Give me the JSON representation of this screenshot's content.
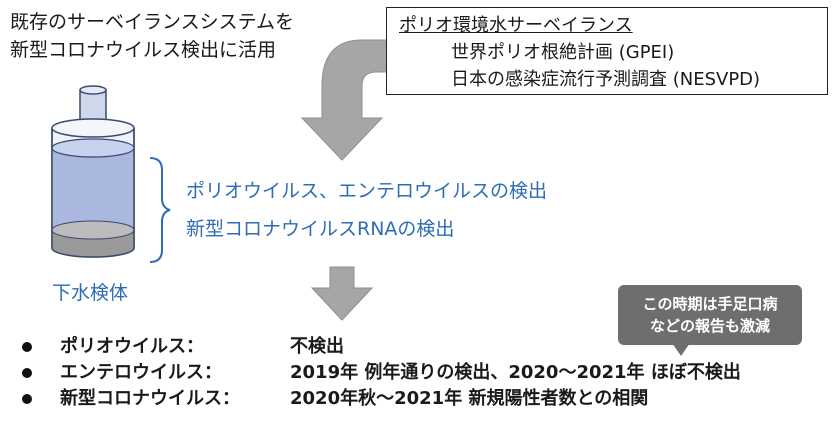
{
  "intro": [
    "既存のサーベイランスシステムを",
    "新型コロナウイルス検出に活用"
  ],
  "surveillance_box": {
    "title": "ポリオ環境水サーベイランス",
    "items": [
      "世界ポリオ根絶計画 (GPEI)",
      "日本の感染症流行予測調査 (NESVPD)"
    ]
  },
  "detection": [
    "ポリオウイルス、エンテロウイルスの検出",
    "新型コロナウイルスRNAの検出"
  ],
  "container_label": "下水検体",
  "callout": [
    "この時期は手足口病",
    "などの報告も激減"
  ],
  "results": [
    {
      "label": "ポリオウイルス：",
      "value": "不検出"
    },
    {
      "label": "エンテロウイルス：",
      "value": "2019年 例年通りの検出、2020〜2021年 ほぼ不検出"
    },
    {
      "label": "新型コロナウイルス：",
      "value": "2020年秋〜2021年 新規陽性者数との相関"
    }
  ],
  "colors": {
    "accent_blue": "#2e6db3",
    "arrow_gray": "#a6a6a6",
    "callout_gray": "#6e6e6e"
  }
}
